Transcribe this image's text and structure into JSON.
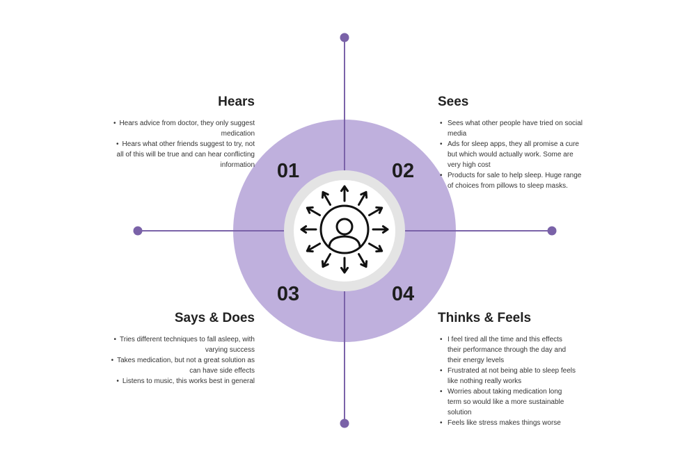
{
  "quadrants": [
    {
      "number": "01",
      "title": "Hears",
      "points": [
        "Hears advice from doctor, they only suggest medication",
        "Hears what other friends suggest to try, not all of this will be true and can hear conflicting information"
      ]
    },
    {
      "number": "02",
      "title": "Sees",
      "points": [
        "Sees what other people have tried on social media",
        "Ads for sleep apps, they all promise a cure but which would actually work. Some are very high cost",
        "Products for sale to help sleep. Huge range of choices from pillows to sleep masks."
      ]
    },
    {
      "number": "03",
      "title": "Says & Does",
      "points": [
        "Tries different techniques to fall asleep, with varying success",
        "Takes medication, but not a great solution as can have side effects",
        "Listens to music, this works best in general"
      ]
    },
    {
      "number": "04",
      "title": "Thinks & Feels",
      "points": [
        "I feel tired all the time and this effects their performance through the day and their energy levels",
        "Frustrated at not being able to sleep feels like nothing really works",
        "Worries about taking medication long term so would like a more sustainable solution",
        "Feels like stress makes things worse"
      ]
    }
  ],
  "colors": {
    "accent": "#7a62a8",
    "ring": "#bfb0dd",
    "inner_ring": "#e4e4e4",
    "text": "#222222"
  },
  "center_icon": "person-with-outward-arrows-icon"
}
